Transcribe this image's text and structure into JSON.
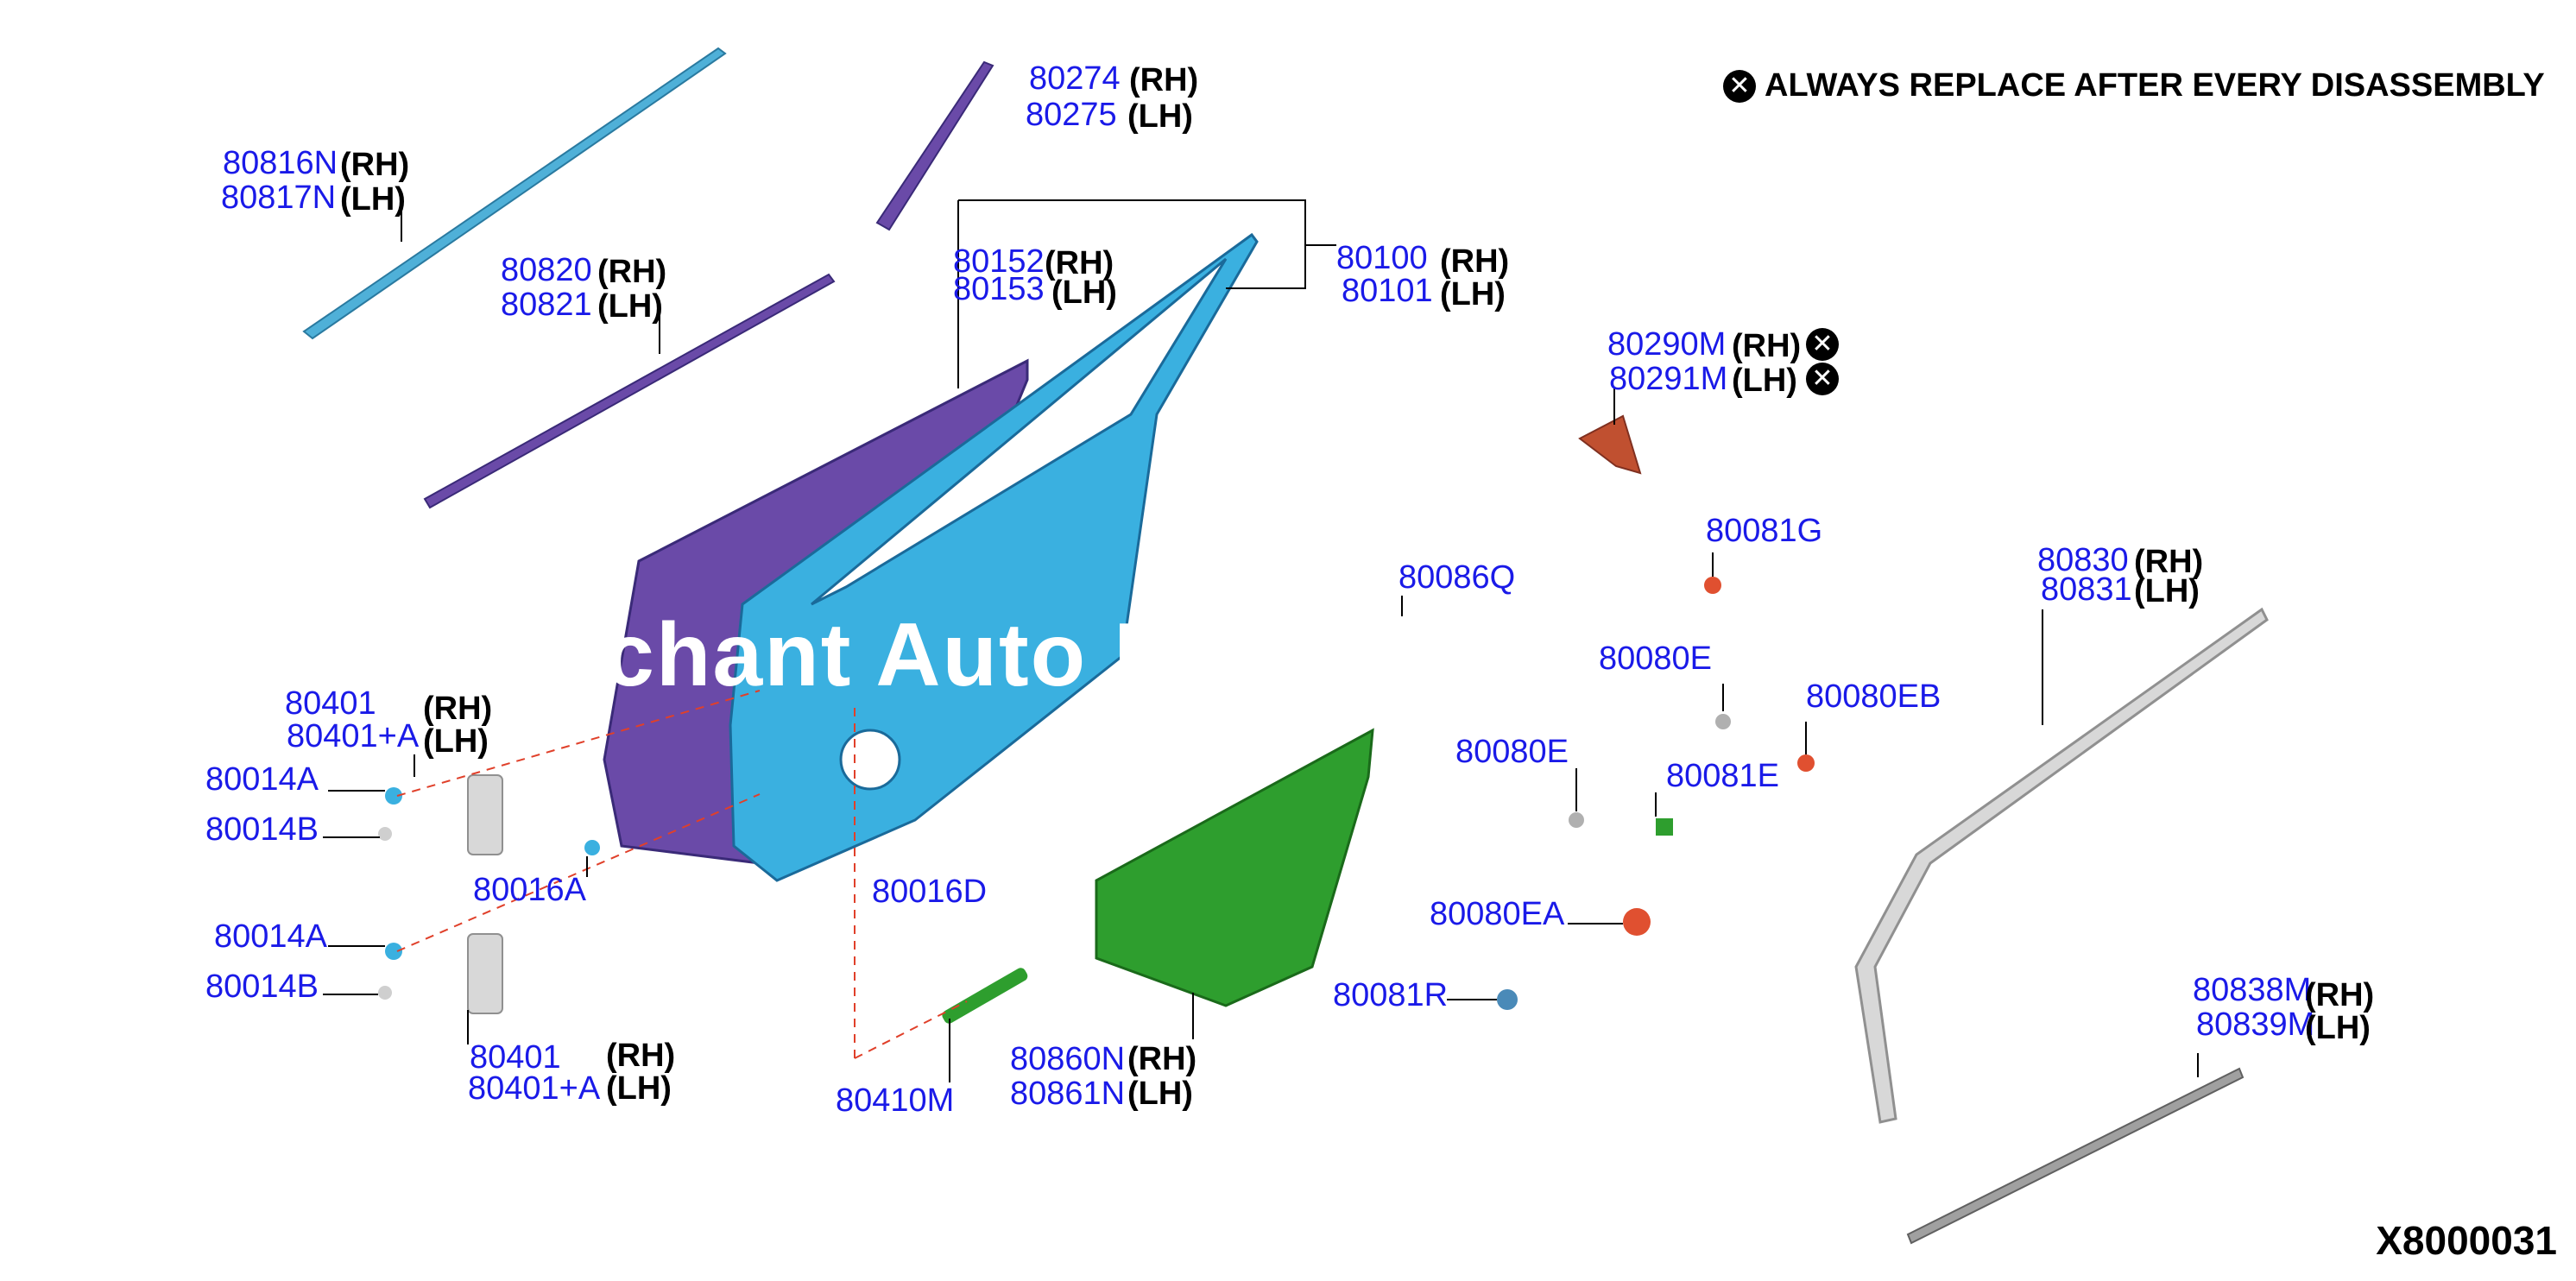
{
  "note": {
    "icon": "x-circle-icon",
    "text": "ALWAYS REPLACE AFTER EVERY DISASSEMBLY"
  },
  "figure_id": "X8000031",
  "watermark": "chant Auto I",
  "colors": {
    "part_number": "#1a1ae8",
    "leader_line": "#000000",
    "hinge_axis": "#e0402a",
    "door_frame": "#3ab0e0",
    "outer_panel": "#6a4aa8",
    "trim_panel": "#2e9e2e",
    "seal": "#c8c8c8"
  },
  "labels": {
    "p80274": "80274",
    "rh_80274": "(RH)",
    "p80275": "80275",
    "lh_80275": "(LH)",
    "p80816N": "80816N",
    "rh_80816N": "(RH)",
    "p80817N": "80817N",
    "lh_80817N": "(LH)",
    "p80820": "80820",
    "rh_80820": "(RH)",
    "p80821": "80821",
    "lh_80821": "(LH)",
    "p80152": "80152",
    "rh_80152": "(RH)",
    "p80153": "80153",
    "lh_80153": "(LH)",
    "p80100": "80100",
    "rh_80100": "(RH)",
    "p80101": "80101",
    "lh_80101": "(LH)",
    "p80290M": "80290M",
    "rh_80290M": "(RH)",
    "p80291M": "80291M",
    "lh_80291M": "(LH)",
    "p80081G": "80081G",
    "p80086Q": "80086Q",
    "p80830": "80830",
    "rh_80830": "(RH)",
    "p80831": "80831",
    "lh_80831": "(LH)",
    "p80080E_top": "80080E",
    "p80080EB": "80080EB",
    "p80401_top": "80401",
    "rh_80401_top": "(RH)",
    "p80401A_top": "80401+A",
    "lh_80401A_top": "(LH)",
    "p80014A_top": "80014A",
    "p80014B_top": "80014B",
    "p80080E": "80080E",
    "p80081E": "80081E",
    "p80016A": "80016A",
    "p80016D": "80016D",
    "p80080EA": "80080EA",
    "p80014A_bot": "80014A",
    "p80014B_bot": "80014B",
    "p80081R": "80081R",
    "p80838M": "80838M",
    "rh_80838M": "(RH)",
    "p80839M": "80839M",
    "lh_80839M": "(LH)",
    "p80401_bot": "80401",
    "rh_80401_bot": "(RH)",
    "p80401A_bot": "80401+A",
    "lh_80401A_bot": "(LH)",
    "p80860N": "80860N",
    "rh_80860N": "(RH)",
    "p80861N": "80861N",
    "lh_80861N": "(LH)",
    "p80410M": "80410M"
  }
}
